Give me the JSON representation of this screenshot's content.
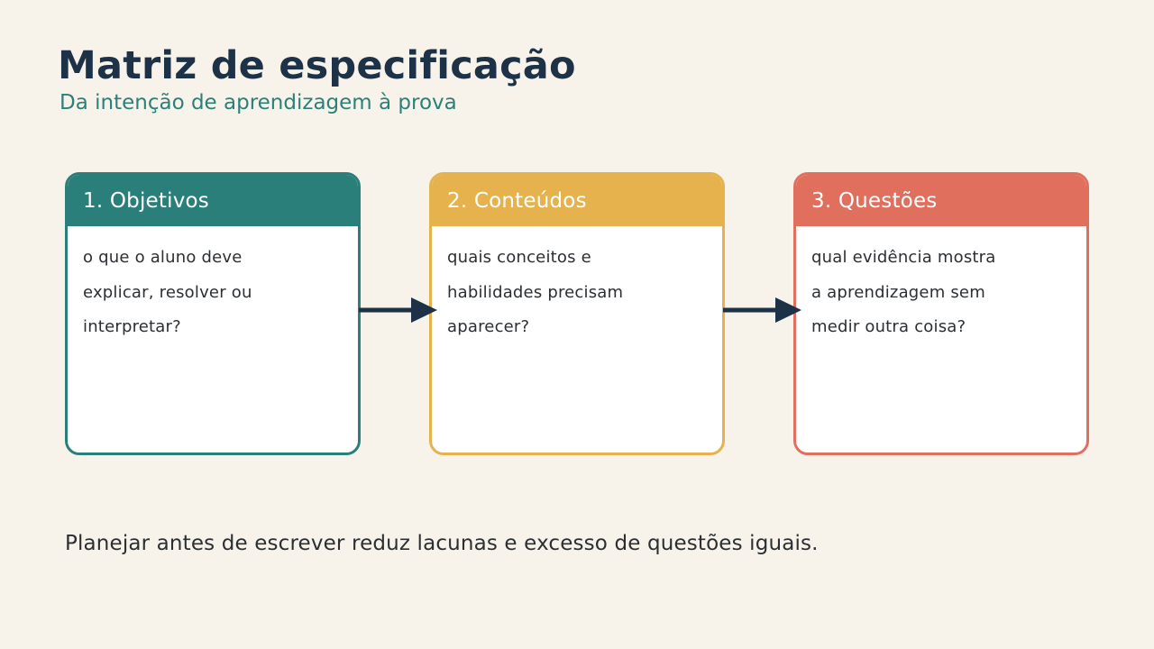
{
  "title": "Matriz de especificação",
  "subtitle": "Da intenção de aprendizagem à prova",
  "cards": [
    {
      "heading": "1. Objetivos",
      "lines": [
        "o que o aluno deve",
        "explicar, resolver ou",
        "interpretar?"
      ],
      "color": "#2b7f7a"
    },
    {
      "heading": "2. Conteúdos",
      "lines": [
        "quais conceitos e",
        "habilidades precisam",
        "aparecer?"
      ],
      "color": "#e5b24d"
    },
    {
      "heading": "3. Questões",
      "lines": [
        "qual evidência mostra",
        "a aprendizagem sem",
        "medir outra coisa?"
      ],
      "color": "#e0705d"
    }
  ],
  "arrow_color": "#1d3147",
  "note": "Planejar antes de escrever reduz lacunas e excesso de questões iguais."
}
